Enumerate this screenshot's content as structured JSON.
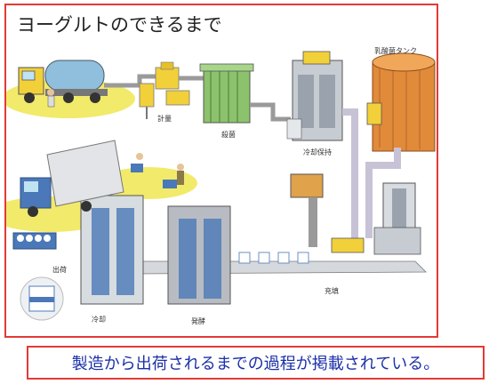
{
  "title": "ヨーグルトのできるまで",
  "labels": {
    "measure": "計量",
    "sterilize": "殺菌",
    "cool_store": "冷却保持",
    "starter_tank": "乳酸菌タンク",
    "ship": "出荷",
    "fill": "充填",
    "cool": "冷却",
    "ferment": "発酵"
  },
  "caption": "製造から出荷されるまでの過程が掲載されている。",
  "colors": {
    "accent_red": "#e23a36",
    "caption_blue": "#1b2fa8",
    "tank_orange": "#e08a3a",
    "grass_yellow": "#f2ea6a"
  }
}
